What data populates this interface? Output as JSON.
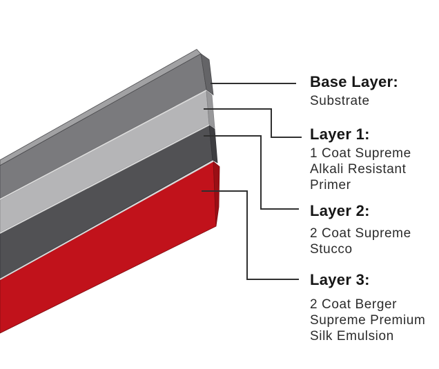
{
  "background": "#ffffff",
  "text_color": "#161616",
  "connector_color": "#2f2f2f",
  "graphic": {
    "separator_color": "#d9d9d9",
    "slabs": [
      {
        "name": "substrate",
        "front": "#7a7a7d",
        "top": "#a1a1a3",
        "end": "#646467",
        "edge": "#4a4a4d"
      },
      {
        "name": "primer",
        "front": "#b5b5b7",
        "top": "#d9d9d9",
        "end": "#98989a",
        "edge": "#828285"
      },
      {
        "name": "stucco",
        "front": "#515154",
        "top": "#d4d4d4",
        "end": "#3e3e41",
        "edge": "#333337"
      },
      {
        "name": "emulsion",
        "front": "#c1121b",
        "top": "#dcdcdc",
        "end": "#9a0f15",
        "edge": "#7d0c11"
      }
    ]
  },
  "labels": [
    {
      "heading": "Base Layer:",
      "lines": [
        "Substrate"
      ]
    },
    {
      "heading": "Layer 1:",
      "lines": [
        "1 Coat Supreme",
        "Alkali Resistant",
        "Primer"
      ]
    },
    {
      "heading": "Layer 2:",
      "lines": [
        "2 Coat Supreme",
        "Stucco"
      ]
    },
    {
      "heading": "Layer 3:",
      "lines": [
        "2 Coat Berger",
        "Supreme Premium",
        "Silk Emulsion"
      ]
    }
  ]
}
